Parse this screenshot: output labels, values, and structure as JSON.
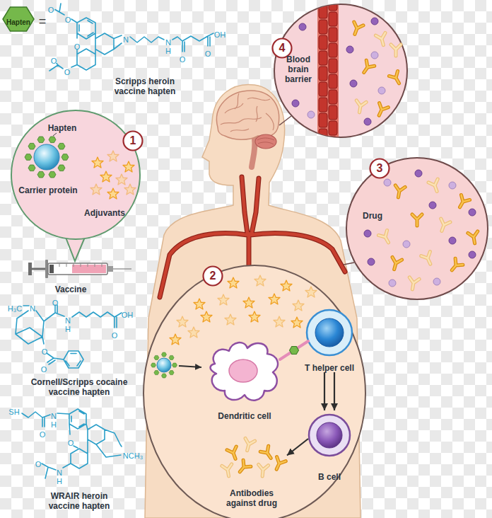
{
  "diagram": {
    "nodes": [
      {
        "text": [
          "Hapten"
        ]
      },
      {
        "text": [
          "Hapten",
          "Carrier protein",
          "Adjuvants"
        ]
      },
      {
        "text": [
          "1"
        ],
        "in": 1
      },
      {
        "text": [
          "Blood brain barrier"
        ]
      },
      {
        "text": [
          "4"
        ],
        "in": 3
      },
      {
        "text": [
          "Drug"
        ]
      },
      {
        "text": [
          "3"
        ],
        "in": 5
      },
      {
        "text": []
      },
      {
        "text": [
          "2"
        ],
        "in": 7
      },
      {
        "text": [
          "Dendritic cell"
        ],
        "in": 7
      },
      {
        "text": [
          "T helper cell"
        ],
        "in": 7
      },
      {
        "text": [
          "B cell"
        ],
        "in": 7
      },
      {
        "text": [
          "Antibodies against drug"
        ],
        "in": 7
      }
    ],
    "edges": [
      {
        "from": 10,
        "to": 11,
        "arrow": "to"
      },
      {
        "from": 10,
        "to": 11,
        "arrow": "to"
      },
      {
        "from": 11,
        "to": 12,
        "arrow": "to"
      }
    ],
    "labels": [
      "=",
      "O",
      "O",
      "O",
      "O",
      "O",
      "N",
      "N",
      "H",
      "O",
      "O",
      "OH",
      "Scripps heroin vaccine hapten",
      "Vaccine",
      "H₃C",
      "N",
      "O",
      "N",
      "H",
      "O",
      "OH",
      "O",
      "O",
      "Cornell/Scripps cocaine vaccine hapten",
      "SH",
      "O",
      "N",
      "H",
      "O",
      "N",
      "H",
      "O",
      "NCH₃",
      "WRAIR heroin vaccine hapten"
    ]
  }
}
